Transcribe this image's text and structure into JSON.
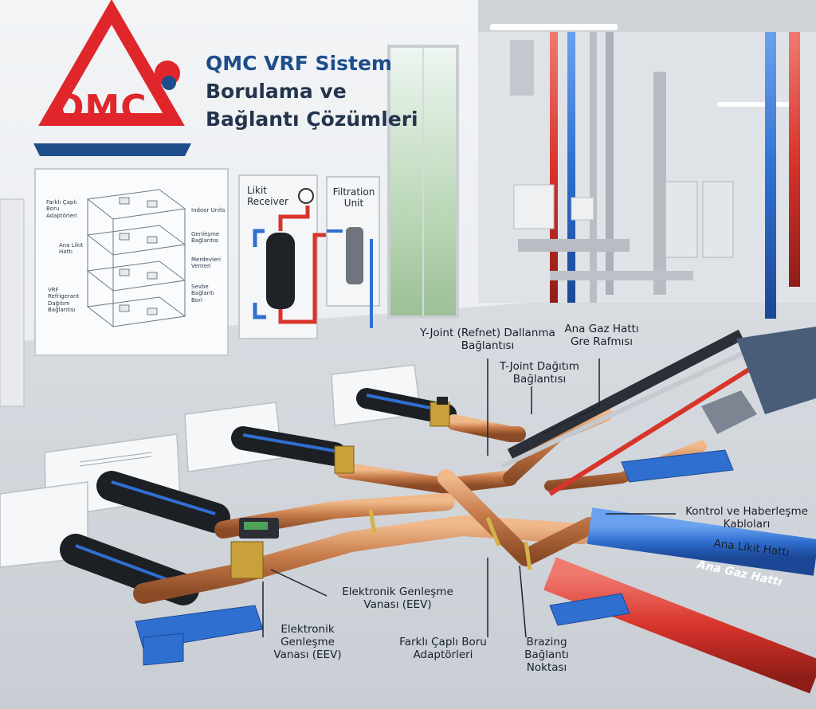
{
  "brand": {
    "logo_text": "QMC",
    "title_lines": [
      "QMC VRF Sistem",
      "Borulama ve",
      "Bağlantı Çözümleri"
    ]
  },
  "diagram_board": {
    "left_labels": [
      "Farklı Çaplı Boru Adaptörleri",
      "Ana Likit Hattı",
      "VRF Refrigerant Dağıtım Bağlantısı"
    ],
    "right_labels": [
      "Indoor Units",
      "Genleşme Bağlantısı",
      "Merdevleri Venten",
      "Sevbe Bağlantı Bori"
    ]
  },
  "panels": {
    "receiver_label": "Likit Receiver",
    "filtration_label": "Filtration Unit"
  },
  "callouts": {
    "y_joint": "Y-Joint (Refnet) Dallanma Bağlantısı",
    "ana_gaz_rafmisi": "Ana Gaz Hattı Gre Rafmısı",
    "t_joint": "T-Joint Dağıtım Bağlantısı",
    "kontrol": "Kontrol ve Haberleşme Kabloları",
    "ana_likit": "Ana Likit Hattı",
    "eev_right": "Elektronik Genleşme Vanası (EEV)",
    "eev_left": "Elektronik Genleşme Vanası (EEV)",
    "adaptor": "Farklı Çaplı Boru Adaptörleri",
    "brazing": "Brazing Bağlantı Noktası",
    "ana_gaz_pipe": "Ana Gaz Hattı"
  },
  "colors": {
    "brand_red": "#e0262b",
    "brand_blue": "#1e4d8c",
    "copper": "#c77b4a",
    "liquid_line": "#2f6fd0",
    "gas_line": "#d8342c"
  }
}
